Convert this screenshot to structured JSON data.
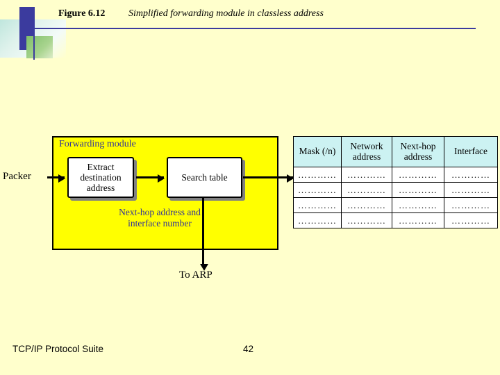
{
  "header": {
    "figure_label": "Figure 6.12",
    "title": "Simplified forwarding module in classless address"
  },
  "diagram": {
    "module_label": "Forwarding module",
    "packet_label": "Packer",
    "extract_box": "Extract destination address",
    "search_box": "Search table",
    "nexthop_label": "Next-hop address and interface number",
    "to_arp_label": "To ARP"
  },
  "table": {
    "headers": [
      "Mask (/n)",
      "Network address",
      "Next-hop address",
      "Interface"
    ],
    "rows": [
      [
        "…………",
        "…………",
        "…………",
        "…………"
      ],
      [
        "…………",
        "…………",
        "…………",
        "…………"
      ],
      [
        "…………",
        "…………",
        "…………",
        "…………"
      ],
      [
        "…………",
        "…………",
        "…………",
        "…………"
      ]
    ]
  },
  "footer": {
    "left": "TCP/IP Protocol Suite",
    "page": "42"
  },
  "colors": {
    "background": "#ffffcc",
    "accent_blue": "#3b3b9e",
    "module_fill": "#ffff00",
    "table_header": "#ccf2f2",
    "label_text": "#333399"
  }
}
